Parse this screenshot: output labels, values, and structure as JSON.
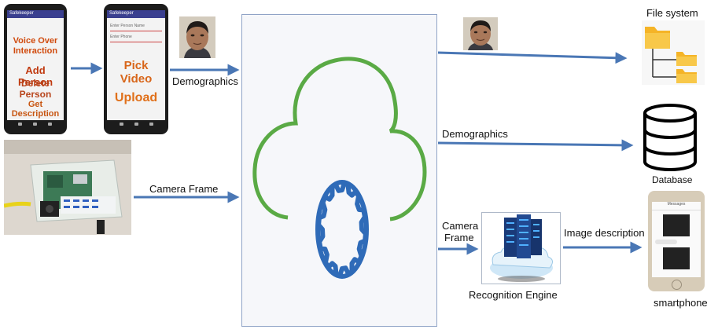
{
  "phones": {
    "left": {
      "app_title": "Safekeeper",
      "lines": [
        "Voice Over",
        "Interaction",
        "Add Person",
        "Delete Person",
        "Get Description"
      ],
      "line_colors": [
        "#d04a0d",
        "#d04a0d",
        "#c03a10",
        "#b8451c",
        "#c85612"
      ]
    },
    "right": {
      "app_title": "Safekeeper",
      "field1": "Enter Person Name",
      "field2": "Enter Phone",
      "pick": "Pick Video",
      "upload": "Upload",
      "pick_color": "#d8661a",
      "upload_color": "#e0701a"
    },
    "target": {
      "header": "Messages"
    }
  },
  "labels": {
    "demographics_in": "Demographics",
    "camera_frame_in": "Camera Frame",
    "demographics_out": "Demographics",
    "camera_frame_out_1": "Camera",
    "camera_frame_out_2": "Frame",
    "image_description": "Image description",
    "file_system": "File system",
    "database": "Database",
    "recognition_engine": "Recognition Engine",
    "smartphone": "smartphone"
  },
  "colors": {
    "arrow": "#4a77b5",
    "cloud_outline": "#5aaa45",
    "gear": "#2f6bb8",
    "folder": "#f5b427",
    "panel_border": "#8fa3c6"
  },
  "icons": {
    "cloud": "cloud-icon",
    "gear": "gear-icon",
    "folder_tree": "folder-tree-icon",
    "database": "database-icon",
    "server_cloud": "server-cloud-icon"
  }
}
